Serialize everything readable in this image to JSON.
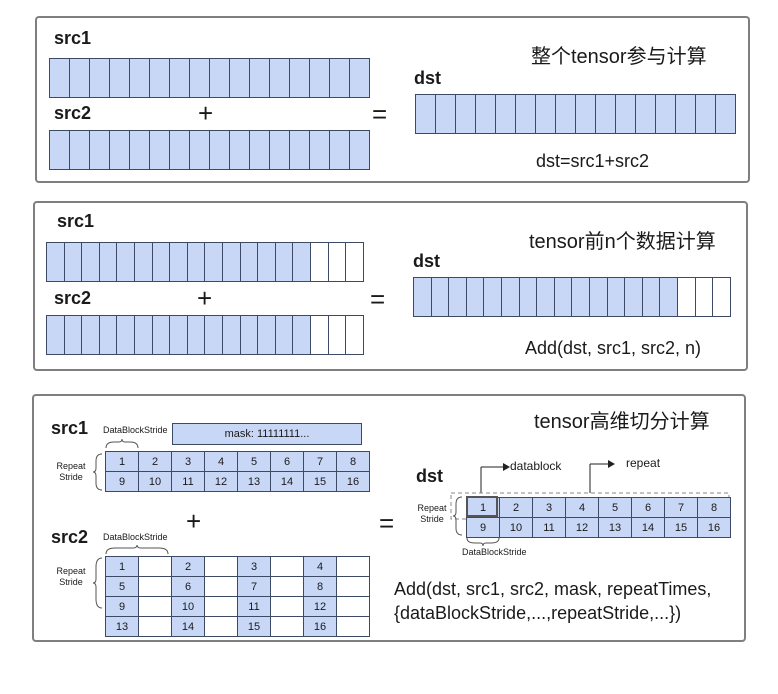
{
  "panel1": {
    "title": "整个tensor参与计算",
    "src1_label": "src1",
    "src2_label": "src2",
    "dst_label": "dst",
    "plus": "+",
    "equals": "=",
    "formula": "dst=src1+src2"
  },
  "panel2": {
    "title": "tensor前n个数据计算",
    "src1_label": "src1",
    "src2_label": "src2",
    "dst_label": "dst",
    "plus": "+",
    "equals": "=",
    "formula": "Add(dst, src1, src2, n)"
  },
  "panel3": {
    "title": "tensor高维切分计算",
    "src1_label": "src1",
    "src2_label": "src2",
    "dst_label": "dst",
    "plus": "+",
    "equals": "=",
    "mask_text": "mask:  11111111...",
    "datablockstride": "DataBlockStride",
    "repeat_stride_1": "Repeat",
    "repeat_stride_2": "Stride",
    "datablock_label": "datablock",
    "repeat_label": "repeat",
    "src1_rows": [
      [
        "1",
        "2",
        "3",
        "4",
        "5",
        "6",
        "7",
        "8"
      ],
      [
        "9",
        "10",
        "11",
        "12",
        "13",
        "14",
        "15",
        "16"
      ]
    ],
    "src2_rows": [
      [
        "1",
        "",
        "2",
        "",
        "3",
        "",
        "4",
        ""
      ],
      [
        "5",
        "",
        "6",
        "",
        "7",
        "",
        "8",
        ""
      ],
      [
        "9",
        "",
        "10",
        "",
        "11",
        "",
        "12",
        ""
      ],
      [
        "13",
        "",
        "14",
        "",
        "15",
        "",
        "16",
        ""
      ]
    ],
    "dst_rows": [
      [
        "1",
        "2",
        "3",
        "4",
        "5",
        "6",
        "7",
        "8"
      ],
      [
        "9",
        "10",
        "11",
        "12",
        "13",
        "14",
        "15",
        "16"
      ]
    ],
    "formula_line1": "Add(dst, src1, src2, mask, repeatTimes,",
    "formula_line2": "{dataBlockStride,...,repeatStride,...})"
  }
}
